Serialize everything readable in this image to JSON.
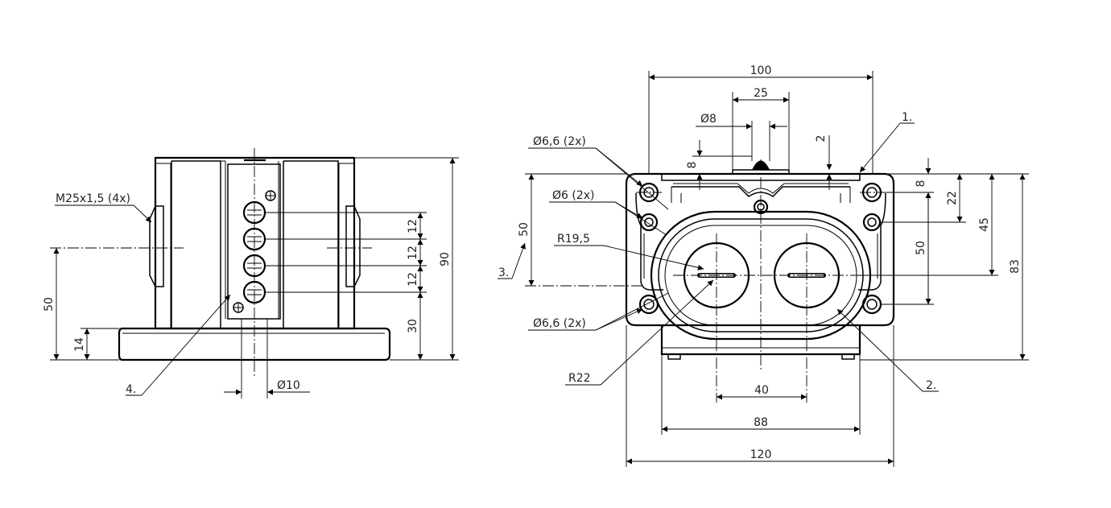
{
  "side_view": {
    "thread_label": "M25x1,5 (4x)",
    "dims": {
      "height_90": "90",
      "pitch_a": "12",
      "pitch_b": "12",
      "pitch_c": "12",
      "base_30": "30",
      "axis_50": "50",
      "base_14": "14",
      "dia_10": "Ø10"
    },
    "callout_4": "4."
  },
  "front_view": {
    "dims": {
      "width_100": "100",
      "width_25": "25",
      "dia_8": "Ø8",
      "dim_8_left": "8",
      "dim_2": "2",
      "dim_8_right": "8",
      "dim_22": "22",
      "dim_45": "45",
      "dim_83": "83",
      "dim_50_inner": "50",
      "dim_50_left": "50",
      "width_40": "40",
      "width_88": "88",
      "width_120": "120"
    },
    "labels": {
      "hole_top": "Ø6,6 (2x)",
      "hole_mid": "Ø6 (2x)",
      "radius_19": "R19,5",
      "hole_bottom": "Ø6,6 (2x)",
      "radius_22": "R22"
    },
    "callouts": {
      "c1": "1.",
      "c2": "2.",
      "c3": "3."
    }
  }
}
